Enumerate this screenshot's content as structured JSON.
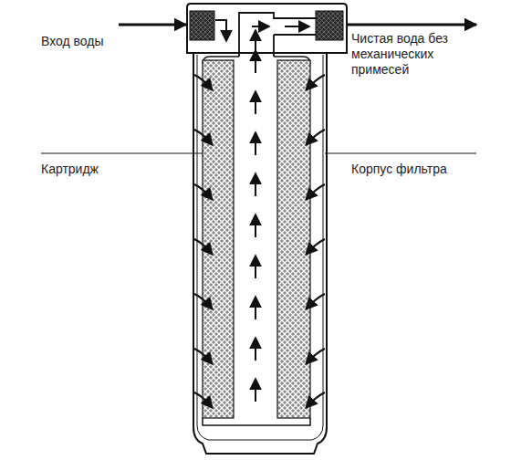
{
  "diagram": {
    "labels": [
      "Вход воды",
      "Чистая вода без механических примесей",
      "Картридж",
      "Корпус фильтра"
    ]
  }
}
